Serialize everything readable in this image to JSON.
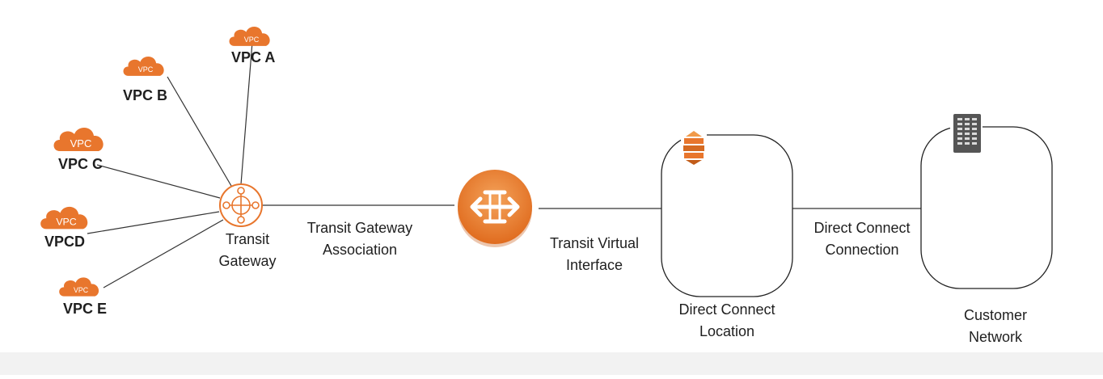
{
  "diagram": {
    "vpcs": [
      {
        "id": "vpc-a",
        "label": "VPC A",
        "icon_text": "VPC"
      },
      {
        "id": "vpc-b",
        "label": "VPC B",
        "icon_text": "VPC"
      },
      {
        "id": "vpc-c",
        "label": "VPC C",
        "icon_text": "VPC"
      },
      {
        "id": "vpc-d",
        "label": "VPCD",
        "icon_text": "VPC"
      },
      {
        "id": "vpc-e",
        "label": "VPC E",
        "icon_text": "VPC"
      }
    ],
    "transit_gateway": {
      "label_line1": "Transit",
      "label_line2": "Gateway",
      "icon": "transit-gateway-icon"
    },
    "association": {
      "label_line1": "Transit Gateway",
      "label_line2": "Association"
    },
    "direct_connect_gateway": {
      "icon": "direct-connect-gateway-icon"
    },
    "transit_vif": {
      "label_line1": "Transit Virtual",
      "label_line2": "Interface"
    },
    "dx_location": {
      "label_line1": "Direct Connect",
      "label_line2": "Location",
      "icon": "direct-connect-icon"
    },
    "dx_connection": {
      "label_line1": "Direct Connect",
      "label_line2": "Connection"
    },
    "customer_network": {
      "label_line1": "Customer",
      "label_line2": "Network",
      "icon": "corporate-datacenter-icon"
    },
    "colors": {
      "aws_orange": "#e8762d",
      "aws_orange_light": "#f19a4a",
      "line": "#333333",
      "building": "#555555"
    }
  }
}
